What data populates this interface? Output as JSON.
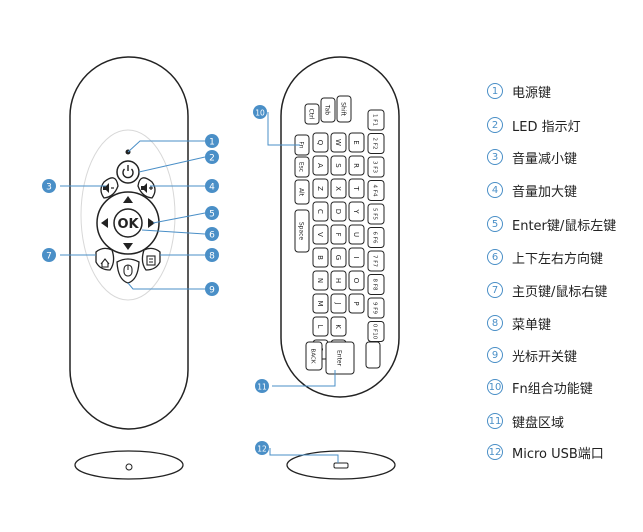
{
  "callouts": [
    {
      "num": "1",
      "label": "电源键"
    },
    {
      "num": "2",
      "label": "LED 指示灯"
    },
    {
      "num": "3",
      "label": "音量减小键"
    },
    {
      "num": "4",
      "label": "音量加大键"
    },
    {
      "num": "5",
      "label": "Enter键/鼠标左键"
    },
    {
      "num": "6",
      "label": "上下左右方向键"
    },
    {
      "num": "7",
      "label": "主页键/鼠标右键"
    },
    {
      "num": "8",
      "label": "菜单键"
    },
    {
      "num": "9",
      "label": "光标开关键"
    },
    {
      "num": "10",
      "label": "Fn组合功能键"
    },
    {
      "num": "11",
      "label": "键盘区域"
    },
    {
      "num": "12",
      "label": "Micro USB端口"
    }
  ],
  "front": {
    "ok_label": "OK"
  },
  "keyboard": {
    "top_row": [
      "Ctrl",
      "Tab",
      "Shift"
    ],
    "fn_keys": [
      "F1",
      "F2",
      "F3",
      "F4",
      "F5",
      "F6",
      "F7",
      "F8",
      "F9",
      "F10"
    ],
    "digits": [
      "1",
      "2",
      "3",
      "4",
      "5",
      "6",
      "7",
      "8",
      "9",
      "0"
    ],
    "left_mods": [
      "Fn",
      "Esc",
      "Alt",
      "Space"
    ],
    "letter_cols": [
      [
        "Q",
        "A",
        "Z",
        "C",
        "V",
        "B",
        "N",
        "M",
        "L",
        "?"
      ],
      [
        "W",
        "S",
        "X",
        "D",
        "F",
        "G",
        "H",
        "J",
        "K",
        "..."
      ],
      [
        "E",
        "R",
        "T",
        "Y",
        "U",
        "I",
        "O",
        "P"
      ]
    ],
    "bottom_keys": [
      "BACK",
      "Enter"
    ]
  },
  "colors": {
    "accent": "#4a8fc7",
    "outline": "#222222"
  }
}
